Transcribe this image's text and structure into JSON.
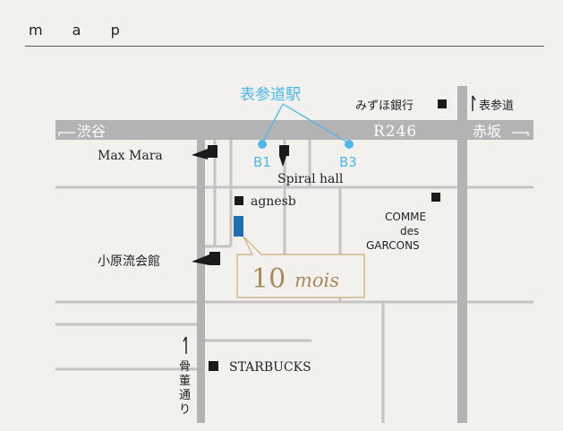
{
  "heading": "m a p",
  "road": {
    "name": "R246",
    "west": "渋谷",
    "east": "赤坂"
  },
  "station": {
    "name": "表参道駅",
    "exits": [
      "B1",
      "B3"
    ]
  },
  "labels": {
    "mizuho": "みずほ銀行",
    "omotesando": "表参道",
    "maxmara": "Max Mara",
    "spiral": "Spiral hall",
    "agnesb": "agnesb",
    "comme": [
      "COMME",
      "des",
      "GARCONS"
    ],
    "ohara": "小原流会館",
    "starbucks": "STARBUCKS",
    "kotto": [
      "骨",
      "董",
      "通",
      "り"
    ]
  },
  "shop": {
    "logo_number": "10",
    "logo_word": "mois"
  },
  "colors": {
    "road": "#b3b3b3",
    "street": "#c4c4c4",
    "station": "#4fb6e6",
    "shop": "#1f6fb0",
    "callout_border": "#c9ad7f",
    "callout_text": "#a98a5a",
    "marker": "#1a1a1a"
  },
  "icons": [
    "arrow-left-icon",
    "arrow-right-icon",
    "arrow-up-icon",
    "square-marker-icon",
    "pin-marker-icon",
    "station-dot-icon"
  ]
}
